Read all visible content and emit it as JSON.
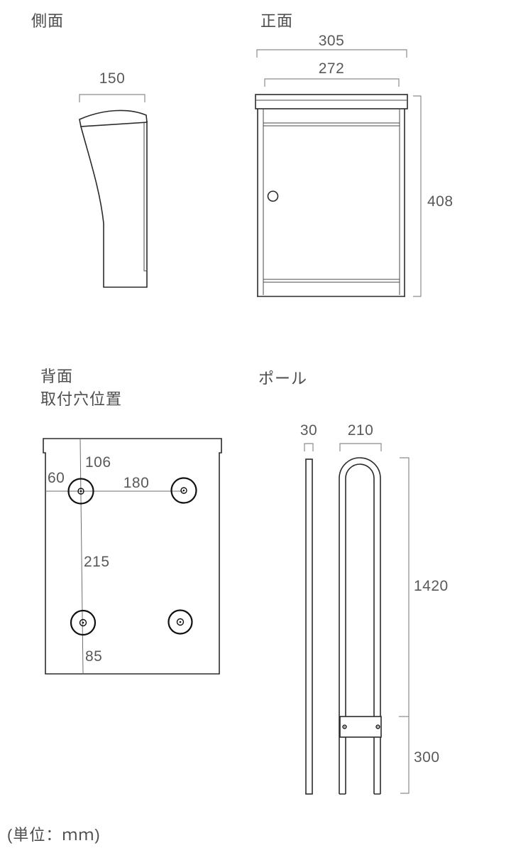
{
  "colors": {
    "background": "#ffffff",
    "outline": "#2b2b2b",
    "dimension_line": "#8c8c8c",
    "dimension_text": "#595959",
    "title_text": "#4d4d4d"
  },
  "views": {
    "side": {
      "title": "側面",
      "dims": {
        "depth": "150"
      }
    },
    "front": {
      "title": "正面",
      "dims": {
        "overall_width": "305",
        "door_width": "272",
        "height": "408"
      }
    },
    "back": {
      "title": "背面",
      "subtitle": "取付穴位置",
      "dims": {
        "hole_top_offset": "106",
        "hole_left_offset": "60",
        "hole_pitch_horizontal": "180",
        "hole_pitch_vertical": "215",
        "hole_bottom_offset": "85"
      }
    },
    "pole": {
      "title": "ポール",
      "dims": {
        "pole_depth": "30",
        "pole_width": "210",
        "height_above_ground": "1420",
        "embed_depth": "300"
      }
    }
  },
  "footer": {
    "unit_note": "(単位：ｍｍ)"
  }
}
